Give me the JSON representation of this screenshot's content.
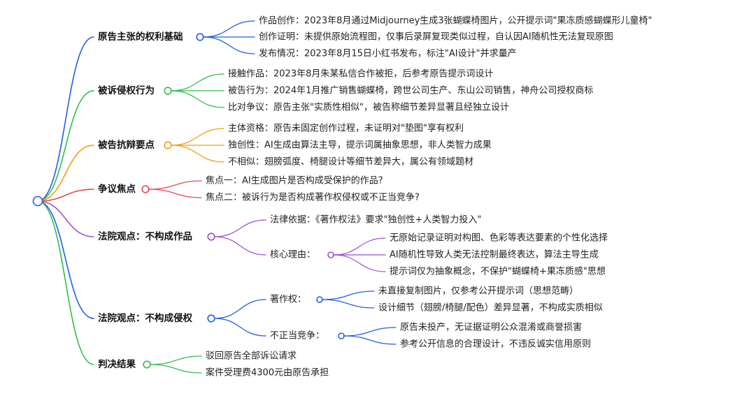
{
  "colors": {
    "root": "#2b5fd9",
    "branches": [
      "#1f5fe0",
      "#2fbf4a",
      "#f29d12",
      "#e5484d",
      "#9b4fd8",
      "#1f5fe0",
      "#2fbf4a"
    ]
  },
  "branches": [
    {
      "label": "原告主张的权利基础",
      "children": [
        {
          "label": "作品创作：2023年8月通过Midjourney生成3张蝴蝶椅图片，公开提示词\"果冻质感蝴蝶形儿童椅\""
        },
        {
          "label": "创作证明：未提供原始流程图，仅事后录屏复现类似过程，自认因AI随机性无法复现原图"
        },
        {
          "label": "发布情况：2023年8月15日小红书发布，标注\"AI设计\"并求量产"
        }
      ]
    },
    {
      "label": "被诉侵权行为",
      "children": [
        {
          "label": "接触作品：2023年8月朱某私信合作被拒，后参考原告提示词设计"
        },
        {
          "label": "被告行为：2024年1月推广销售蝴蝶椅，跨世公司生产、东山公司销售，神舟公司授权商标"
        },
        {
          "label": "比对争议：原告主张\"实质性相似\"，被告称细节差异显著且经独立设计"
        }
      ]
    },
    {
      "label": "被告抗辩要点",
      "children": [
        {
          "label": "主体资格：原告未固定创作过程，未证明对\"垫图\"享有权利"
        },
        {
          "label": "独创性：AI生成由算法主导，提示词属抽象思想，非人类智力成果"
        },
        {
          "label": "不相似：翅膀弧度、椅腿设计等细节差异大，属公有领域题材"
        }
      ]
    },
    {
      "label": "争议焦点",
      "children": [
        {
          "label": "焦点一：AI生成图片是否构成受保护的作品?"
        },
        {
          "label": "焦点二：被诉行为是否构成著作权侵权或不正当竞争?"
        }
      ]
    },
    {
      "label": "法院观点：不构成作品",
      "children": [
        {
          "label": "法律依据：《著作权法》要求\"独创性+人类智力投入\""
        },
        {
          "label": "核心理由：",
          "children": [
            "无原始记录证明对构图、色彩等表达要素的个性化选择",
            "AI随机性导致人类无法控制最终表达，算法主导生成",
            "提示词仅为抽象概念，不保护\"蝴蝶椅+果冻质感\"思想"
          ]
        }
      ]
    },
    {
      "label": "法院观点：不构成侵权",
      "children": [
        {
          "label": "著作权：",
          "children": [
            "未直接复制图片，仅参考公开提示词（思想范畴）",
            "设计细节（翅膀/椅腿/配色）差异显著，不构成实质相似"
          ]
        },
        {
          "label": "不正当竞争：",
          "children": [
            "原告未投产，无证据证明公众混淆或商誉损害",
            "参考公开信息的合理设计，不违反诚实信用原则"
          ]
        }
      ]
    },
    {
      "label": "判决结果",
      "children": [
        {
          "label": "驳回原告全部诉讼请求"
        },
        {
          "label": "案件受理费4300元由原告承担"
        }
      ]
    }
  ]
}
